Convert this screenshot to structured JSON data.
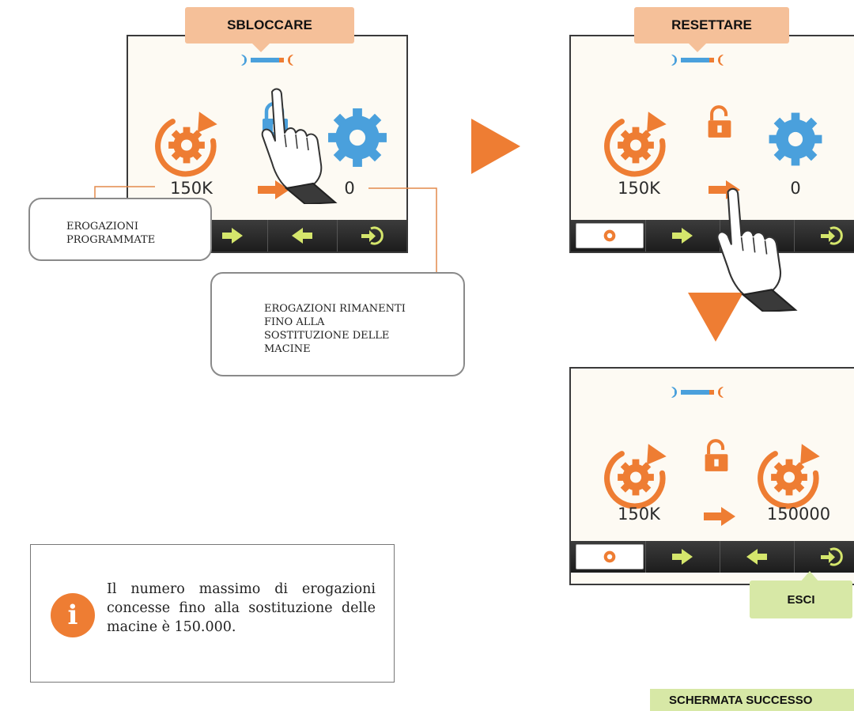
{
  "screen1": {
    "tag": "SBLOCCARE",
    "left_value": "150K",
    "right_value": "0"
  },
  "screen2": {
    "tag": "RESETTARE",
    "left_value": "150K",
    "right_value": "0"
  },
  "screen3": {
    "left_value": "150K",
    "right_value": "150000",
    "tag": "ESCI"
  },
  "callouts": {
    "programmed": [
      "EROGAZIONI",
      "PROGRAMMATE"
    ],
    "remaining": [
      "EROGAZIONI RIMANENTI",
      "FINO ALLA",
      "SOSTITUZIONE DELLE",
      "MACINE"
    ]
  },
  "info": {
    "icon": "i",
    "text": "Il numero massimo di erogazioni concesse fino alla sostituzione delle macine è 150.000."
  },
  "success_label": "SCHERMATA SUCCESSO",
  "colors": {
    "orange": "#ee7d33",
    "blue": "#4aa0dc",
    "tag_orange": "#f5c099",
    "tag_green": "#d7e8a6"
  }
}
